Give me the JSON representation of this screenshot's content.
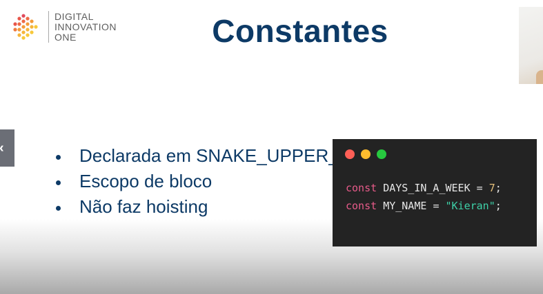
{
  "logo": {
    "line1": "DIGITAL",
    "line2": "INNOVATION",
    "line3": "ONE",
    "icon": "dio-logo-icon"
  },
  "slide": {
    "title": "Constantes",
    "bullets": [
      "Declarada em SNAKE_UPPER_CASE",
      "Escopo de bloco",
      "Não faz hoisting"
    ]
  },
  "sidebar_toggle": {
    "icon": "chevron-left-icon",
    "glyph": "‹"
  },
  "code": {
    "line1": {
      "keyword": "const",
      "name": "DAYS_IN_A_WEEK",
      "op": "=",
      "value": "7",
      "end": ";"
    },
    "line2": {
      "keyword": "const",
      "name": "MY_NAME",
      "op": "=",
      "value": "\"Kieran\"",
      "end": ";"
    }
  },
  "colors": {
    "title": "#0d3a66",
    "code_bg": "#232323",
    "dot_red": "#ff5f56",
    "dot_yellow": "#ffbd2e",
    "dot_green": "#27c93f",
    "keyword": "#e85b8a",
    "number": "#e5c07b",
    "string": "#3ed1a8"
  }
}
